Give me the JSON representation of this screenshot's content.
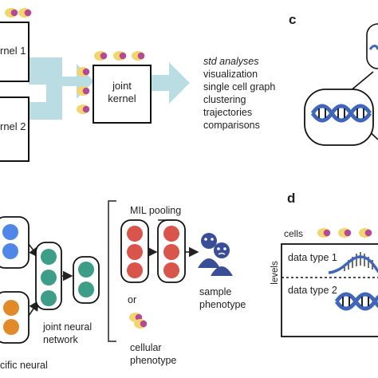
{
  "panel_a": {
    "kernel_1": "rnel 1",
    "kernel_2": "rnel 2",
    "joint_kernel_line1": "joint",
    "joint_kernel_line2": "kernel",
    "std_analyses_title": "std analyses",
    "analyses": [
      "visualization",
      "single cell graph",
      "clustering",
      "trajectories",
      "comparisons"
    ]
  },
  "panel_b": {
    "mil_pooling": "MIL pooling",
    "or_label": "or",
    "joint_nn_line1": "joint neural",
    "joint_nn_line2": "network",
    "specific_neural": "cific neural",
    "sample_phenotype_line1": "sample",
    "sample_phenotype_line2": "phenotype",
    "cellular_phenotype_line1": "cellular",
    "cellular_phenotype_line2": "phenotype"
  },
  "panel_c": {
    "label": "c"
  },
  "panel_d": {
    "label": "d",
    "cells_label": "cells",
    "levels_label": "levels",
    "data_type_1": "data type 1",
    "data_type_2": "data type 2"
  },
  "colors": {
    "arrow": "#b9dde3",
    "cell_yellow": "#f2d56f",
    "cell_purple": "#b34a93",
    "blue_node": "#4f86e8",
    "orange_node": "#e08a2a",
    "teal_node": "#3e9d86",
    "red_node": "#d9544a",
    "person": "#3a4e97",
    "dna": "#3f66b8"
  }
}
